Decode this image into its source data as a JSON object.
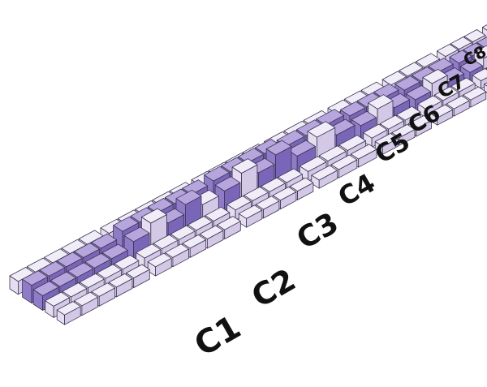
{
  "diagram": {
    "colors": {
      "background": "#ffffff",
      "light_top": "#f1edf8",
      "light_left": "#e5def1",
      "light_right": "#d3c9e7",
      "accent_top": "#b6a6dd",
      "accent_left": "#8f7cc8",
      "accent_right": "#7a66b8",
      "stroke": "#3a3350",
      "dark_accent": "#4a4264"
    },
    "zones": [
      {
        "label": "C1"
      },
      {
        "label": "C2"
      },
      {
        "label": "C3"
      },
      {
        "label": "C4"
      },
      {
        "label": "C5"
      },
      {
        "label": "C6"
      },
      {
        "label": "C7"
      },
      {
        "label": "C8"
      }
    ]
  }
}
